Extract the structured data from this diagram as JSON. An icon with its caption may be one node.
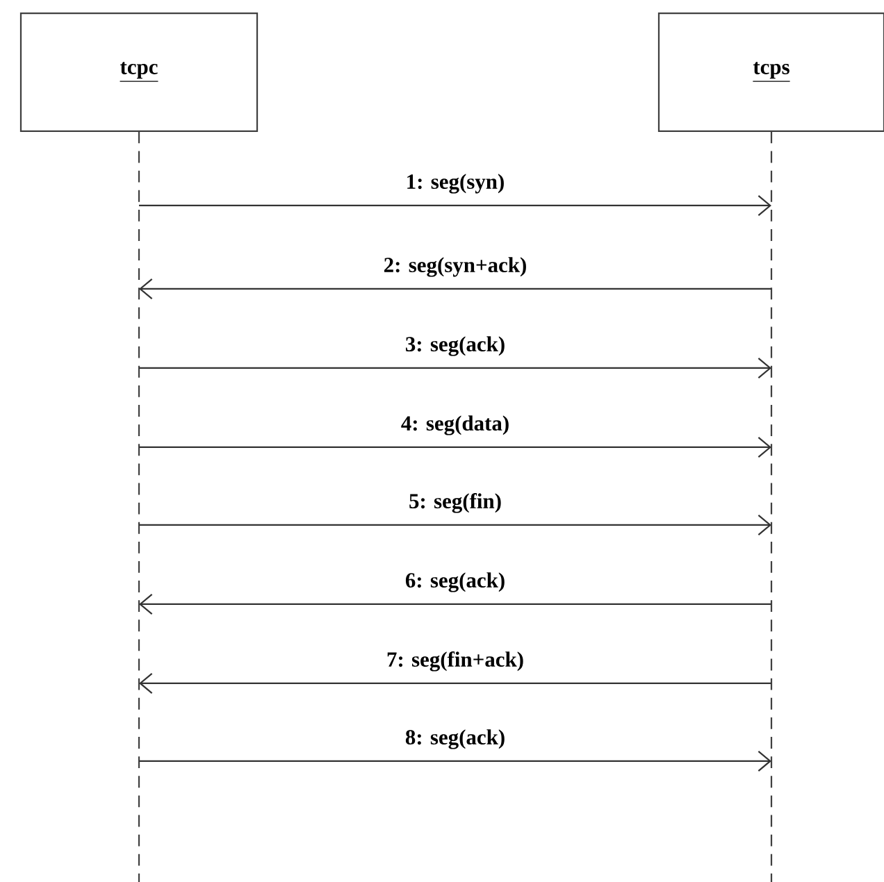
{
  "diagram": {
    "nodes": [
      {
        "text": [
          "tcpc"
        ]
      },
      {
        "text": [
          "tcps"
        ]
      },
      {
        "text": [],
        "shape": "line"
      },
      {
        "text": [],
        "shape": "line"
      }
    ],
    "edges": [
      {
        "from": 2,
        "to": 3,
        "arrow": "to",
        "label": "1: seg(syn)"
      },
      {
        "from": 3,
        "to": 2,
        "arrow": "to",
        "label": "2: seg(syn+ack)"
      },
      {
        "from": 2,
        "to": 3,
        "arrow": "to",
        "label": "3: seg(ack)"
      },
      {
        "from": 2,
        "to": 3,
        "arrow": "to",
        "label": "4: seg(data)"
      },
      {
        "from": 2,
        "to": 3,
        "arrow": "to",
        "label": "5: seg(fin)"
      },
      {
        "from": 3,
        "to": 2,
        "arrow": "to",
        "label": "6: seg(ack)"
      },
      {
        "from": 3,
        "to": 2,
        "arrow": "to",
        "label": "7: seg(fin+ack)"
      },
      {
        "from": 2,
        "to": 3,
        "arrow": "to",
        "label": "8: seg(ack)"
      }
    ]
  }
}
